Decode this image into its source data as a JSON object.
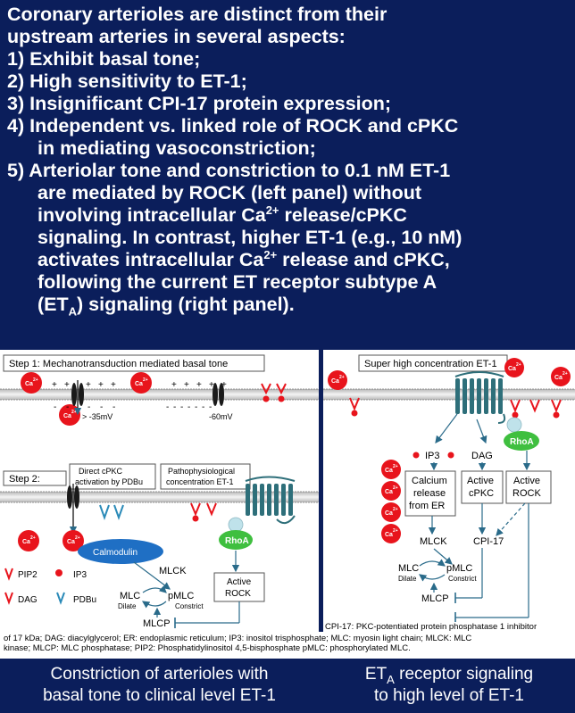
{
  "header": {
    "title_line1": "Coronary arterioles are distinct from their",
    "title_line2": "upstream arteries in several aspects:",
    "p1": "1) Exhibit basal tone;",
    "p2": "2) High sensitivity to ET-1;",
    "p3": "3) Insignificant CPI-17 protein expression;",
    "p4a": "4) Independent vs. linked role of ROCK and cPKC",
    "p4b": "in mediating vasoconstriction;",
    "p5a": "5) Arteriolar tone and constriction to 0.1 nM ET-1",
    "p5b": "are mediated by ROCK (left panel) without",
    "p5c_pre": "involving intracellular Ca",
    "p5c_sup": "2+",
    "p5c_post": " release/cPKC",
    "p5d_pre": "signaling. In contrast, higher ET-1 (e.g., 10 nM)",
    "p5e_pre": "activates intracellular Ca",
    "p5e_sup": "2+",
    "p5e_post": " release and cPKC,",
    "p5f": "following the current ET receptor subtype A",
    "p5g_pre": "(ET",
    "p5g_sub": "A",
    "p5g_post": ") signaling (right panel)."
  },
  "left_panel": {
    "step1": "Step 1: Mechanotransduction mediated basal tone",
    "step2": "Step 2:",
    "direct_a": "Direct cPKC",
    "direct_b": "activation by PDBu",
    "patho_a": "Pathophysiological",
    "patho_b": "concentration ET-1",
    "ca": "Ca",
    "ca_sup": "2+",
    "plus": "+",
    "minus": "-",
    "mv35": "> -35mV",
    "mv60": "-60mV",
    "calmodulin": "Calmodulin",
    "rhoa": "RhoA",
    "mlck": "MLCK",
    "mlc": "MLC",
    "dilate": "Dilate",
    "pmlc": "pMLC",
    "constrict": "Constrict",
    "mlcp": "MLCP",
    "active_rock_a": "Active",
    "active_rock_b": "ROCK",
    "legend_pip2": "PIP2",
    "legend_ip3": "IP3",
    "legend_dag": "DAG",
    "legend_pdbu": "PDBu"
  },
  "right_panel": {
    "title": "Super high concentration ET-1",
    "ca": "Ca",
    "ca_sup": "2+",
    "rhoa": "RhoA",
    "ip3": "IP3",
    "dag": "DAG",
    "calcium_a": "Calcium",
    "calcium_b": "release",
    "calcium_c": "from ER",
    "cpkc_a": "Active",
    "cpkc_b": "cPKC",
    "rock_a": "Active",
    "rock_b": "ROCK",
    "mlck": "MLCK",
    "cpi17": "CPI-17",
    "mlc": "MLC",
    "dilate": "Dilate",
    "pmlc": "pMLC",
    "constrict": "Constrict",
    "mlcp": "MLCP"
  },
  "notes": {
    "cpi": "CPI-17: PKC-potentiated protein phosphatase 1 inhibitor",
    "abbr1": "of 17 kDa; DAG: diacylglycerol;   ER: endoplasmic reticulum; IP3: inositol trisphosphate; MLC: myosin light chain; MLCK: MLC",
    "abbr2": "kinase; MLCP: MLC phosphatase; PIP2: Phosphatidylinositol 4,5-bisphosphate pMLC: phosphorylated MLC."
  },
  "footer": {
    "left_a": "Constriction of arterioles with",
    "left_b": "basal tone to clinical level ET-1",
    "right_pre": "ET",
    "right_sub": "A",
    "right_post": " receptor signaling",
    "right_b": "to high level of ET-1"
  },
  "colors": {
    "background": "#0b1e5b",
    "ca_red": "#e8141c",
    "calmodulin_blue": "#1f6fc4",
    "rhoa_green": "#3fbf3f",
    "receptor_teal": "#2e6f7a"
  }
}
